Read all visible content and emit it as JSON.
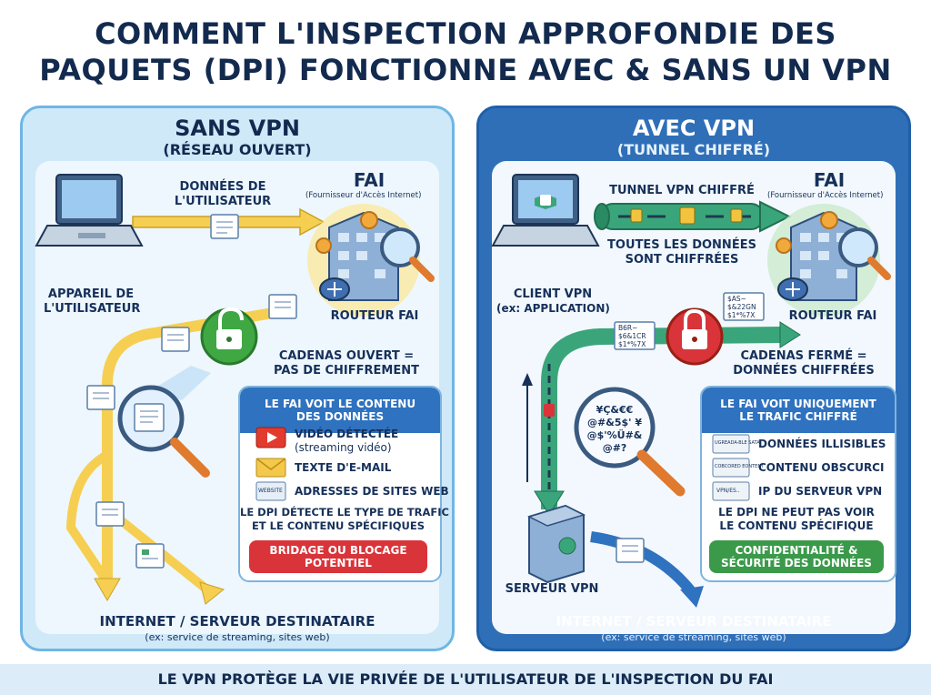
{
  "title": {
    "line1": "COMMENT L'INSPECTION APPROFONDIE DES",
    "line2": "PAQUETS (DPI) FONCTIONNE AVEC & SANS UN VPN"
  },
  "left": {
    "title": "SANS VPN",
    "subtitle": "(RÉSEAU OUVERT)",
    "user_data_l1": "DONNÉES DE",
    "user_data_l2": "L'UTILISATEUR",
    "device_l1": "APPAREIL DE",
    "device_l2": "L'UTILISATEUR",
    "isp": "FAI",
    "isp_full": "(Fournisseur d'Accès Internet)",
    "router": "ROUTEUR FAI",
    "lock_l1": "CADENAS OUVERT =",
    "lock_l2": "PAS DE CHIFFREMENT",
    "box_head_l1": "LE FAI VOIT LE CONTENU",
    "box_head_l2": "DES DONNÉES",
    "item1_l1": "VIDÉO DÉTECTÉE",
    "item1_l2": "(streaming vidéo)",
    "item2": "TEXTE D'E-MAIL",
    "item3": "ADRESSES DE SITES WEB",
    "item3_icon_text": "WEBSITE",
    "detect_l1": "LE DPI DÉTECTE LE TYPE DE TRAFIC",
    "detect_l2": "ET LE CONTENU SPÉCIFIQUES",
    "badge_l1": "BRIDAGE OU BLOCAGE",
    "badge_l2": "POTENTIEL",
    "dest": "INTERNET / SERVEUR DESTINATAIRE",
    "dest_sub": "(ex: service de streaming, sites web)"
  },
  "right": {
    "title": "AVEC VPN",
    "subtitle": "(TUNNEL CHIFFRÉ)",
    "tunnel": "TUNNEL VPN CHIFFRÉ",
    "all_enc_l1": "TOUTES LES DONNÉES",
    "all_enc_l2": "SONT CHIFFRÉES",
    "client_l1": "CLIENT VPN",
    "client_l2": "(ex: APPLICATION)",
    "isp": "FAI",
    "isp_full": "(Fournisseur d'Accès Internet)",
    "router": "ROUTEUR FAI",
    "enc_pkt1_l1": "$AS~",
    "enc_pkt1_l2": "$&22GN",
    "enc_pkt1_l3": "$1*%7X",
    "enc_pkt2_l1": "B6R~",
    "enc_pkt2_l2": "$6&1CR",
    "enc_pkt2_l3": "$1*%7X",
    "lock_l1": "CADENAS FERMÉ =",
    "lock_l2": "DONNÉES CHIFFRÉES",
    "glass_l1": "¥Ç&€€",
    "glass_l2": "@#&5$' ¥",
    "glass_l3": "@$'%Ü#&",
    "glass_l4": "@#?",
    "box_head_l1": "LE FAI VOIT UNIQUEMENT",
    "box_head_l2": "LE TRAFIC CHIFFRÉ",
    "item1": "DONNÉES ILLISIBLES",
    "item1_icon_text": "UGREADA-BLE SATA",
    "item2": "CONTENU OBSCURCI",
    "item2_icon_text": "COBCORED EONTENT",
    "item3": "IP DU SERVEUR VPN",
    "item3_icon_text": "VPN/ES..",
    "detect_l1": "LE DPI NE PEUT PAS VOIR",
    "detect_l2": "LE CONTENU SPÉCIFIQUE",
    "badge_l1": "CONFIDENTIALITÉ &",
    "badge_l2": "SÉCURITÉ DES DONNÉES",
    "server": "SERVEUR VPN",
    "dest": "INTERNET / SERVEUR DESTINATAIRE",
    "dest_sub": "(ex: service de streaming, sites web)"
  },
  "footer": "LE VPN PROTÈGE LA VIE PRIVÉE DE L'UTILISATEUR DE L'INSPECTION DU FAI",
  "colors": {
    "navy": "#132a4f",
    "left_panel": "#cfe9f9",
    "right_panel": "#2f6fb8",
    "arrow_yellow": "#f6cf52",
    "tunnel_green": "#3aa57a",
    "lock_green": "#3fa843",
    "lock_red": "#d9343a",
    "badge_red": "#d9343a",
    "badge_green": "#3a9a4a"
  }
}
